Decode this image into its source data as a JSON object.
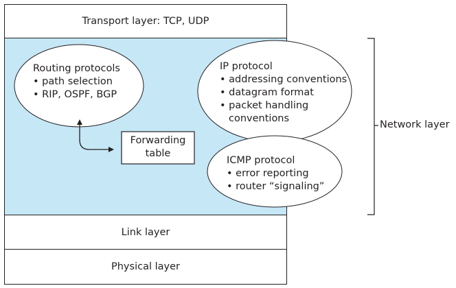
{
  "layers": {
    "transport": "Transport layer: TCP, UDP",
    "link": "Link layer",
    "physical": "Physical layer",
    "network": "Network layer"
  },
  "routing": {
    "title": "Routing protocols",
    "items": [
      "• path selection",
      "• RIP, OSPF, BGP"
    ]
  },
  "ip": {
    "title": "IP protocol",
    "items": [
      "• addressing conventions",
      "• datagram format",
      "• packet handling",
      "  conventions"
    ]
  },
  "icmp": {
    "title": "ICMP protocol",
    "items": [
      "• error reporting",
      "• router “signaling”"
    ]
  },
  "forwarding": {
    "line1": "Forwarding",
    "line2": "table"
  },
  "colors": {
    "network_fill": "#c5e7f6",
    "stroke": "#231f20"
  }
}
